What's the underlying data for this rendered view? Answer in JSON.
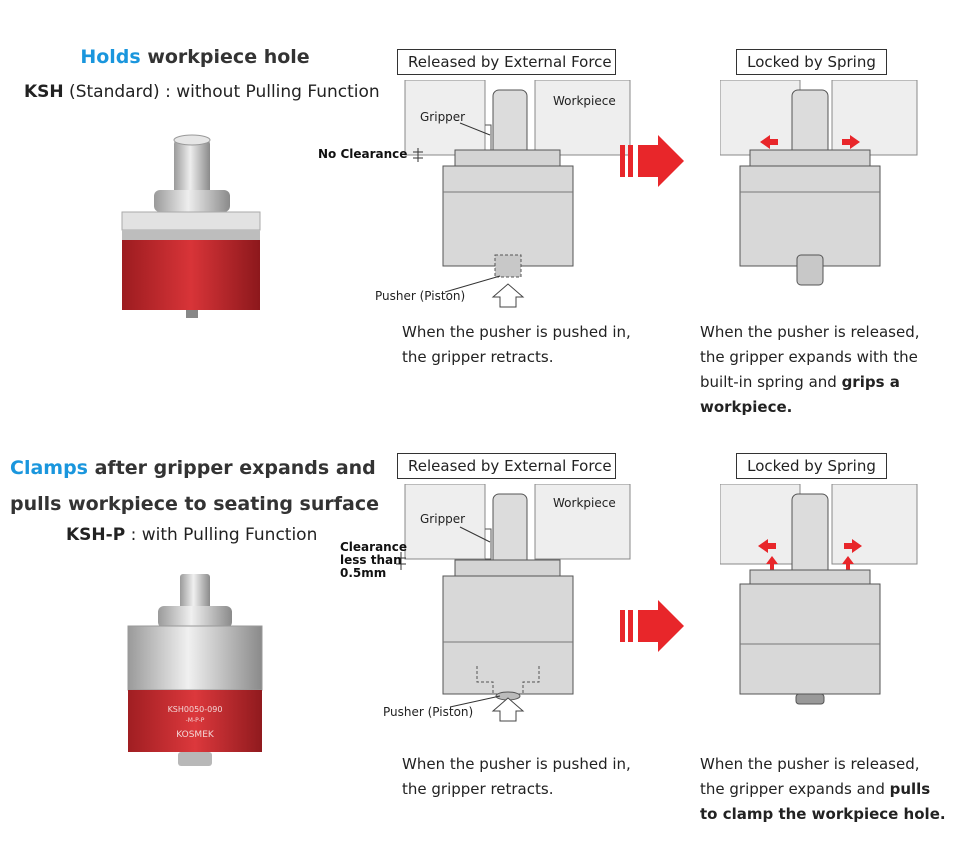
{
  "section1": {
    "heading_highlight": "Holds",
    "heading_rest": " workpiece hole",
    "model_bold": "KSH",
    "model_rest": " (Standard) : without Pulling Function",
    "released_label": "Released by External Force",
    "locked_label": "Locked by Spring",
    "gripper_label": "Gripper",
    "workpiece_label": "Workpiece",
    "clearance_label": "No Clearance",
    "pusher_label": "Pusher (Piston)",
    "caption_left_1": "When the pusher is pushed in,",
    "caption_left_2": "the gripper retracts.",
    "caption_right_1": "When the pusher is released,",
    "caption_right_2": "the gripper expands with the",
    "caption_right_3": "built-in spring and ",
    "caption_right_3_bold": "grips a",
    "caption_right_4_bold": "workpiece."
  },
  "section2": {
    "heading_highlight": "Clamps",
    "heading_rest_1": " after gripper expands and",
    "heading_rest_2": "pulls workpiece to seating surface",
    "model_bold": "KSH-P",
    "model_rest": " : with Pulling Function",
    "released_label": "Released by External Force",
    "locked_label": "Locked by Spring",
    "gripper_label": "Gripper",
    "workpiece_label": "Workpiece",
    "clearance_label_1": "Clearance",
    "clearance_label_2": "less than",
    "clearance_label_3": "0.5mm",
    "pusher_label": "Pusher (Piston)",
    "product_text_1": "KSH0050-090",
    "product_text_2": "-M-P-P",
    "product_text_3": "KOSMEK",
    "caption_left_1": "When the pusher is pushed in,",
    "caption_left_2": "the gripper retracts.",
    "caption_right_1": "When the pusher is released,",
    "caption_right_2_a": "the gripper expands and ",
    "caption_right_2_bold": "pulls",
    "caption_right_3_bold": "to clamp the workpiece hole."
  },
  "colors": {
    "highlight": "#1a96dd",
    "arrow_red": "#e8262a",
    "body_red": "#c8282c",
    "metal": "#d8d8d8"
  }
}
